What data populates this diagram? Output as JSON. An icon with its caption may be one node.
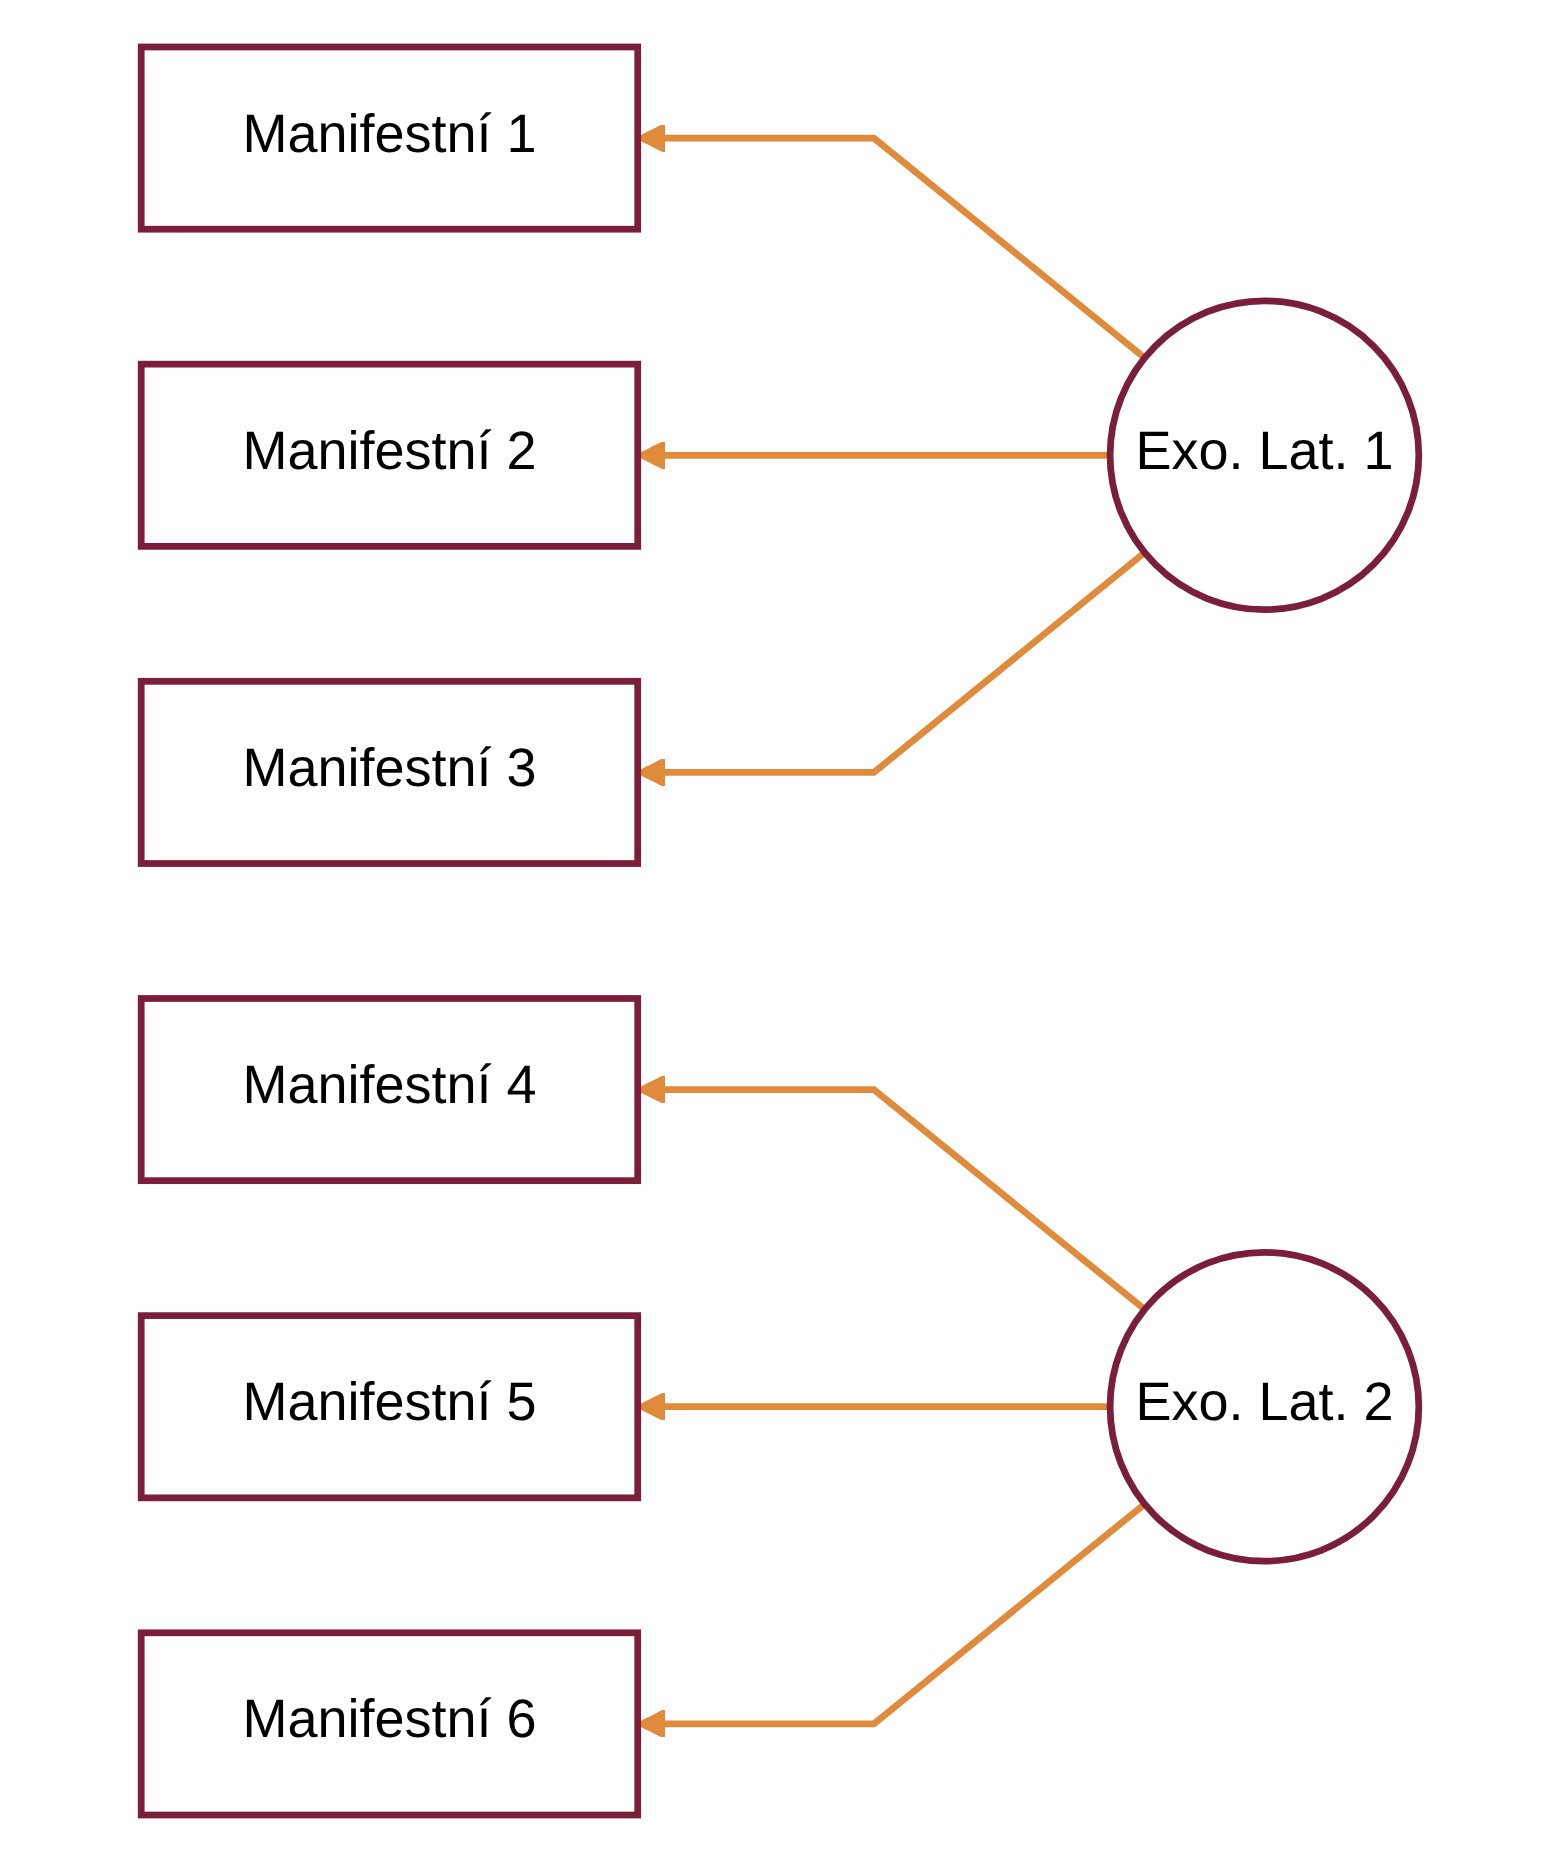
{
  "diagram": {
    "nodes": [
      {
        "text": [
          "Manifestní 1"
        ]
      },
      {
        "text": [
          "Manifestní 2"
        ]
      },
      {
        "text": [
          "Manifestní 3"
        ]
      },
      {
        "text": [
          "Exo. Lat. 1"
        ]
      },
      {
        "text": [
          "Manifestní 4"
        ]
      },
      {
        "text": [
          "Manifestní 5"
        ]
      },
      {
        "text": [
          "Manifestní 6"
        ]
      },
      {
        "text": [
          "Exo. Lat. 2"
        ]
      }
    ],
    "edges": [
      {
        "from": 3,
        "to": 0,
        "arrow": "to"
      },
      {
        "from": 3,
        "to": 1,
        "arrow": "to"
      },
      {
        "from": 3,
        "to": 2,
        "arrow": "to"
      },
      {
        "from": 7,
        "to": 4,
        "arrow": "to"
      },
      {
        "from": 7,
        "to": 5,
        "arrow": "to"
      },
      {
        "from": 7,
        "to": 6,
        "arrow": "to"
      }
    ]
  }
}
